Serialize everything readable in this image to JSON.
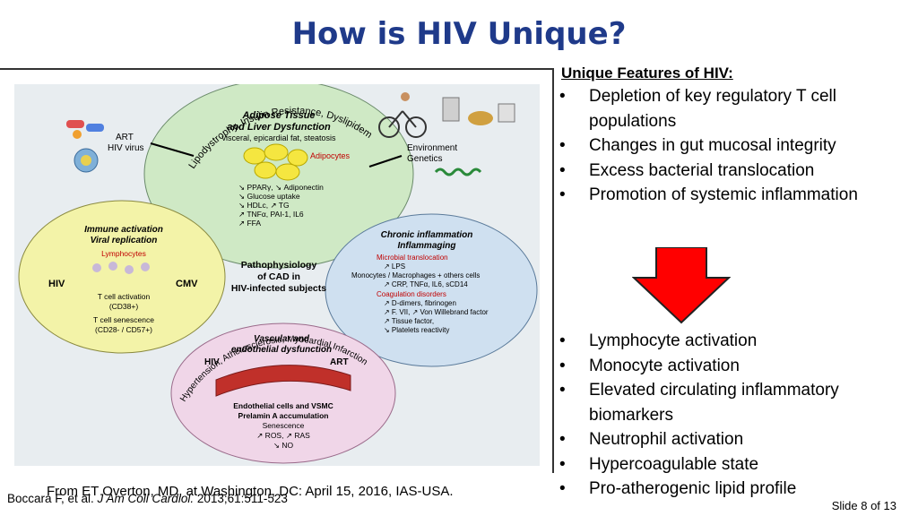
{
  "slide_title": "How is HIV Unique?",
  "panel": {
    "heading": "Unique Features of HIV:",
    "features": [
      "Depletion of key regulatory T cell populations",
      "Changes in gut mucosal integrity",
      "Excess bacterial translocation",
      "Promotion of systemic inflammation"
    ],
    "outcomes": [
      "Lymphocyte activation",
      "Monocyte activation",
      "Elevated circulating inflammatory biomarkers",
      "Neutrophil activation",
      "Hypercoagulable state",
      "Pro-atherogenic lipid profile"
    ]
  },
  "figure": {
    "top_arc": "Lipodystrophy, Insulin Resistance, Dyslipidemia",
    "bottom_arc": "Hypertension, Atherosclerosis, Myocardial Infarction",
    "top_title_1": "Adipose Tissue",
    "top_title_2": "and Liver Dysfunction",
    "top_subtitle": "visceral, epicardial fat, steatosis",
    "adipocytes": "Adipocytes",
    "top_list": [
      "↘ PPARγ, ↘ Adiponectin",
      "↘ Glucose uptake",
      "↘ HDLc, ↗ TG",
      "↗ TNFα, PAI-1, IL6",
      "↗ FFA"
    ],
    "art_hiv_1": "ART",
    "art_hiv_2": "HIV virus",
    "env_1": "Environment",
    "env_2": "Genetics",
    "left_title_1": "Immune activation",
    "left_title_2": "Viral replication",
    "lymphocytes": "Lymphocytes",
    "hiv": "HIV",
    "cmv": "CMV",
    "left_list": [
      "T cell activation",
      "(CD38+)",
      "T cell senescence",
      "(CD28- / CD57+)"
    ],
    "center_1": "Pathophysiology",
    "center_2": "of CAD in",
    "center_3": "HIV-infected subjects",
    "right_title_1": "Chronic inflammation",
    "right_title_2": "Inflammaging",
    "right_sub_1": "Microbial translocation",
    "right_list_1": [
      "↗ LPS",
      "Monocytes / Macrophages + others cells",
      "↗ CRP, TNFα, IL6, sCD14"
    ],
    "right_sub_2": "Coagulation disorders",
    "right_list_2": [
      "↗ D-dimers, fibrinogen",
      "↗ F. VII, ↗ Von Willebrand factor",
      "↗ Tissue factor,",
      "↘ Platelets reactivity"
    ],
    "bottom_title_1": "Vascular and",
    "bottom_title_2": "endothelial dysfunction",
    "bottom_hiv": "HIV",
    "bottom_art": "ART",
    "bottom_list": [
      "Endothelial cells and VSMC",
      "Prelamin A accumulation",
      "Senescence",
      "↗ ROS, ↗ RAS",
      "↘ NO"
    ]
  },
  "citation_overton": "From ET Overton, MD, at Washington, DC: April 15, 2016, IAS-USA.",
  "citation_boccara_1": "Boccara F, et al. ",
  "citation_boccara_journal": "J Am Coll Cardiol.",
  "citation_boccara_2": " 2013;61:511-523",
  "slide_number": "Slide 8 of 13",
  "colors": {
    "title": "#1f3a8a",
    "arrow": "#ff0000",
    "circle_green": "#cfe9c5",
    "circle_yellow": "#f3f3a8",
    "circle_blue": "#cfe0f0",
    "circle_pink": "#f0d6e8"
  }
}
